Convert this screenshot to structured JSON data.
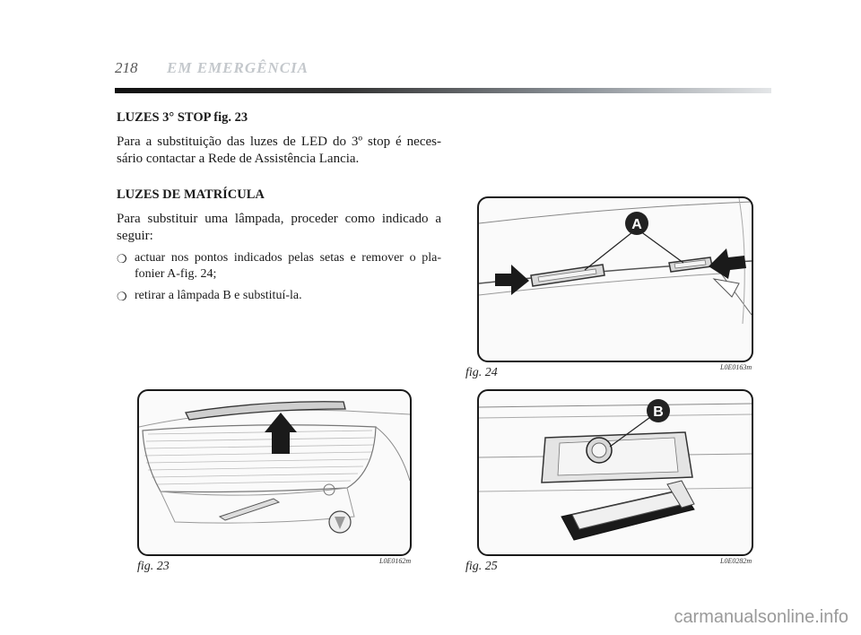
{
  "header": {
    "page_number": "218",
    "section_title": "EM EMERGÊNCIA"
  },
  "content": {
    "heading_1": "LUZES 3° STOP fig. 23",
    "paragraph_1": "Para a substituição das luzes de LED do 3º stop é neces-sário contactar a Rede de Assistência Lancia.",
    "heading_2": "LUZES DE MATRÍCULA",
    "paragraph_2": "Para substituir uma lâmpada, proceder como indicado a seguir:",
    "bullet_mark": "❍",
    "bullets": [
      "actuar nos pontos indicados pelas setas e remover o pla-fonier A-fig. 24;",
      "retirar a lâmpada B e substituí-la."
    ]
  },
  "figures": {
    "fig23": {
      "caption": "fig. 23",
      "code": "L0E0162m"
    },
    "fig24": {
      "caption": "fig. 24",
      "code": "L0E0163m",
      "callout": "A"
    },
    "fig25": {
      "caption": "fig. 25",
      "code": "L0E0282m",
      "callout": "B"
    }
  },
  "watermark": "carmanualsonline.info"
}
